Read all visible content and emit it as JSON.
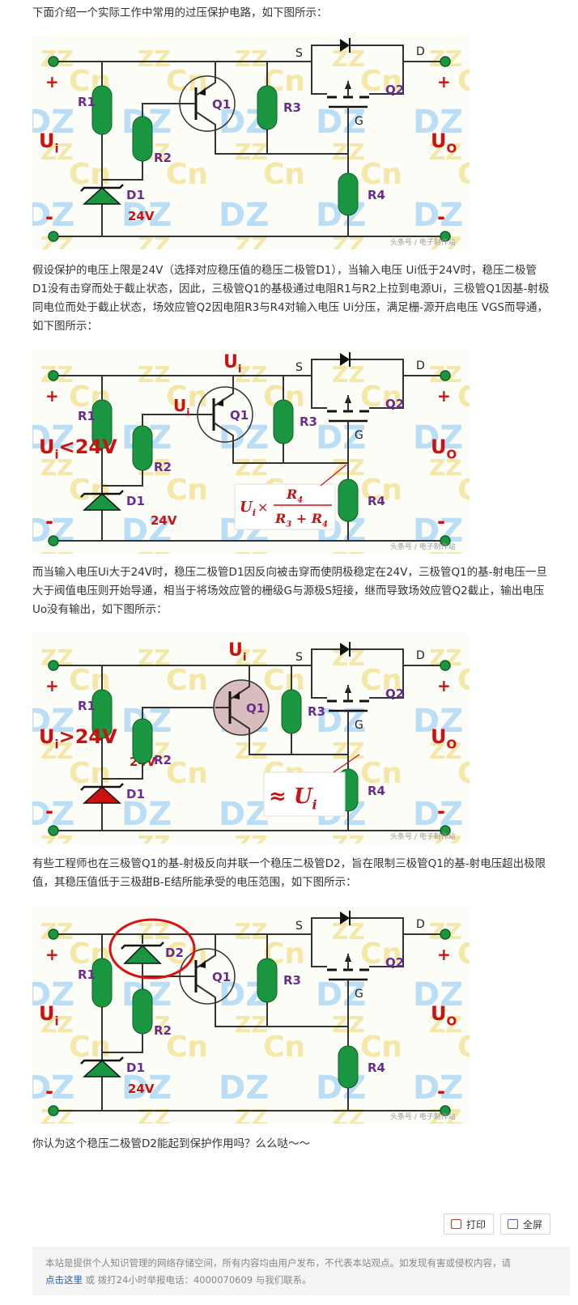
{
  "paragraphs": {
    "p1": "下面介绍一个实际工作中常用的过压保护电路，如下图所示：",
    "p2": "假设保护的电压上限是24V（选择对应稳压值的稳压二极管D1），当输入电压 Ui低于24V时，稳压二极管D1没有击穿而处于截止状态，因此，三极管Q1的基极通过电阻R1与R2上拉到电源Ui，三极管Q1因基-射极同电位而处于截止状态，场效应管Q2因电阻R3与R4对输入电压 Ui分压，满足栅-源开启电压 VGS而导通，如下图所示：",
    "p3": "而当输入电压Ui大于24V时，稳压二极管D1因反向被击穿而使阴极稳定在24V，三极管Q1的基-射电压一旦大于阀值电压则开始导通，相当于将场效应管的栅级G与源极S短接，继而导致场效应管Q2截止，输出电压Uo没有输出，如下图所示：",
    "p4": "有些工程师也在三极管Q1的基-射极反向并联一个稳压二极管D2，旨在限制三极管Q1的基-射电压超出极限值，其稳压值低于三极甜B-E结所能承受的电压范围，如下图所示：",
    "p5": "你认为这个稳压二极管D2能起到保护作用吗？么么哒～～"
  },
  "labels": {
    "plus": "+",
    "minus": "-",
    "ui": "U",
    "ui_sub": "i",
    "uo": "U",
    "uo_sub": "O",
    "ui_lt": "<24V",
    "ui_gt": ">24V",
    "R1": "R1",
    "R2": "R2",
    "R3": "R3",
    "R4": "R4",
    "D1": "D1",
    "D2": "D2",
    "Q1": "Q1",
    "Q2": "Q2",
    "S": "S",
    "D": "D",
    "G": "G",
    "v24": "24V",
    "formula_ui": "U",
    "formula_sub": "i",
    "formula_times": "×",
    "formula_num": "R",
    "formula_num_sub": "4",
    "formula_den": "R",
    "formula_den_sub1": "3",
    "formula_den_plus": "+ R",
    "formula_den_sub2": "4",
    "approx": "≈ U",
    "approx_sub": "i",
    "credit": "头条号 / 电子制作站",
    "watermark_dz": "DZ",
    "watermark_cn": "Cn"
  },
  "buttons": {
    "print": "打印",
    "fullscreen": "全屏"
  },
  "footer": {
    "line1": "本站是提供个人知识管理的网络存储空间，所有内容均由用户发布，不代表本站观点。如发现有害或侵权内容，请",
    "link": "点击这里",
    "line2": " 或 拨打24小时举报电话：4000070609 与我们联系。"
  },
  "colors": {
    "wire": "#333333",
    "component": "#1a9641",
    "label": "#6a2d8f",
    "red": "#cc1111",
    "watermark_blue": "#b9def5",
    "watermark_yellow": "#f4e7a8"
  }
}
